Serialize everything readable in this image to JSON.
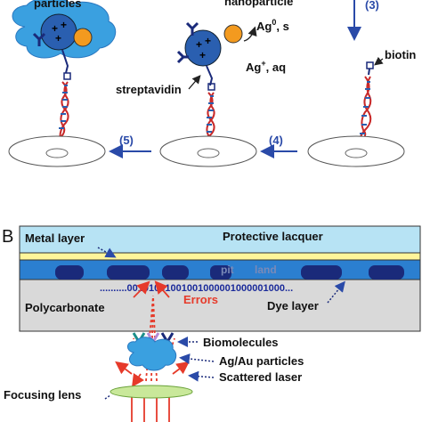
{
  "panelA": {
    "label_particles": "particles",
    "label_nanoparticle": "nanoparticle",
    "label_ag0": "Ag",
    "label_ag0_sup": "0",
    "label_ag0_state": ", s",
    "label_agplus": "Ag",
    "label_agplus_sup": "+",
    "label_agplus_state": ", aq",
    "label_biotin": "biotin",
    "label_streptavidin": "streptavidin",
    "step3": "(3)",
    "step4": "(4)",
    "step5": "(5)"
  },
  "panelB": {
    "panel_letter": "B",
    "metal_layer": "Metal layer",
    "protective_lacquer": "Protective lacquer",
    "pit": "pit",
    "land": "land",
    "bit_sequence": "..........00101001001001000001000001000...",
    "errors": "Errors",
    "polycarbonate": "Polycarbonate",
    "dye_layer": "Dye  layer",
    "biomolecules": "Biomolecules",
    "particles": "Ag/Au particles",
    "scattered_laser": "Scattered laser",
    "focusing_lens": "Focusing lens"
  },
  "colors": {
    "arrow": "#2a4aa8",
    "blob": "#3aa0e0",
    "lacquer": "#b7e3f4",
    "metal": "#fff59a",
    "dye": "#2b7fd0",
    "pit": "#1a2a7a",
    "polycarb": "#d9d9d9",
    "laser": "#e63a2a"
  }
}
